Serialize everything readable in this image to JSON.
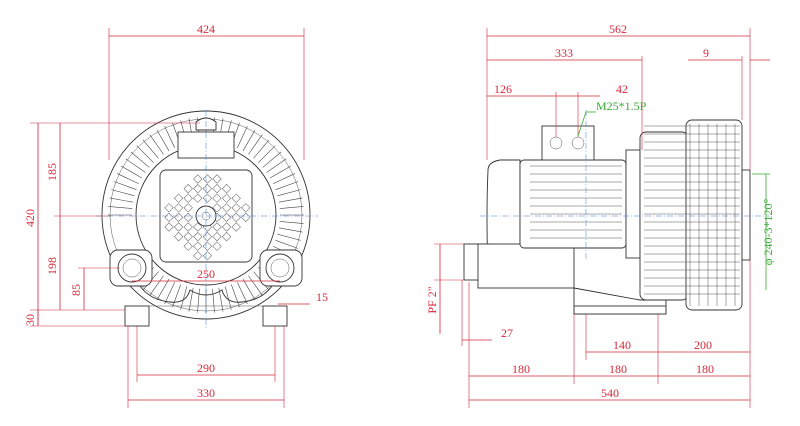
{
  "front_view": {
    "dims": {
      "width_overall": "424",
      "height_overall": "420",
      "upper_height": "185",
      "lower_height": "198",
      "port_height": "85",
      "foot_height": "30",
      "port_spacing": "250",
      "foot_offset": "15",
      "mount_inner": "290",
      "mount_outer": "330"
    }
  },
  "side_view": {
    "dims": {
      "length_overall": "562",
      "motor_length": "333",
      "cover_offset": "9",
      "terminal_offset": "126",
      "terminal_size": "42",
      "thread_note": "M25*1.5P",
      "flange_note": "φ 240-3*120°",
      "port_thread": "PF 2\"",
      "port_height": "27",
      "base_140": "140",
      "base_200": "200",
      "base_180_a": "180",
      "base_180_b": "180",
      "base_180_c": "180",
      "base_540": "540"
    }
  },
  "colors": {
    "dimension": "#d6283a",
    "note": "#3aaa35",
    "centerline": "#3a7fd0",
    "outline": "#333333"
  }
}
